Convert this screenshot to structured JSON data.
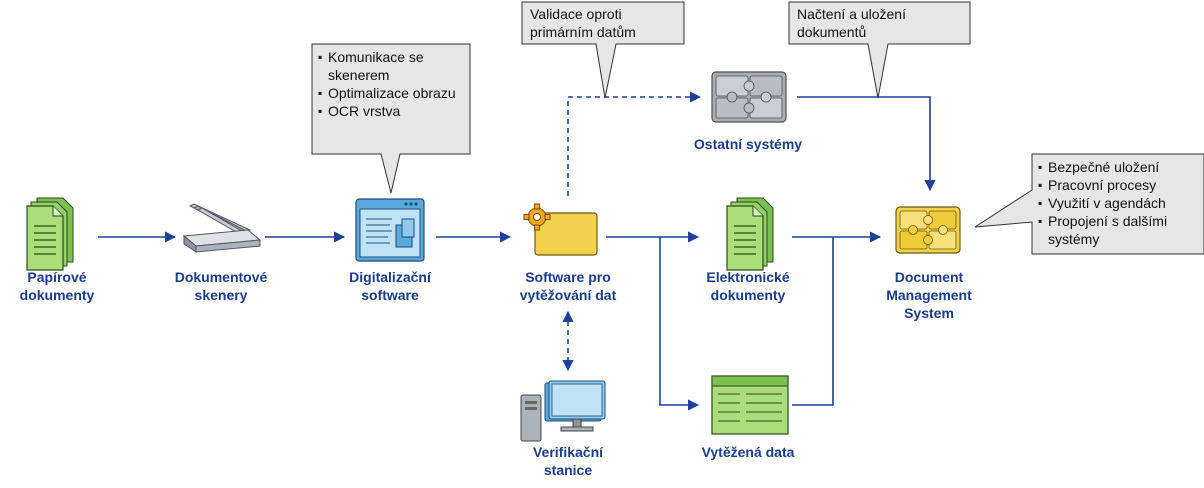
{
  "nodes": {
    "papirove": [
      "Papírové",
      "dokumenty"
    ],
    "skenery": [
      "Dokumentové",
      "skenery"
    ],
    "digitalizacni": [
      "Digitalizační",
      "software"
    ],
    "software_vytezovani": [
      "Software pro",
      "vytěžování dat"
    ],
    "ostatni": [
      "Ostatní systémy"
    ],
    "elektronicke": [
      "Elektronické",
      "dokumenty"
    ],
    "dms": [
      "Document",
      "Management",
      "System"
    ],
    "verifikacni": [
      "Verifikační",
      "stanice"
    ],
    "vytezena": [
      "Vytěžená data"
    ]
  },
  "callouts": {
    "digitalizace": [
      "Komunikace se skenerem",
      "Optimalizace obrazu",
      "OCR vrstva"
    ],
    "validace": [
      "Validace oproti",
      "primárním datům"
    ],
    "nacteni": [
      "Načtení a uložení",
      "dokumentů"
    ],
    "dms": [
      "Bezpečné uložení",
      "Pracovní procesy",
      "Využití v agendách",
      "Propojení s dalšími systémy"
    ]
  },
  "colors": {
    "label": "#1a3c8c",
    "arrow": "#1e3f9a",
    "doc_green": "#a9de7b",
    "screen_blue": "#bfe3f5",
    "puzzle_yellow": "#f2d24b",
    "puzzle_gray": "#a6adb3",
    "callout_fill": "#e6e6e6"
  }
}
